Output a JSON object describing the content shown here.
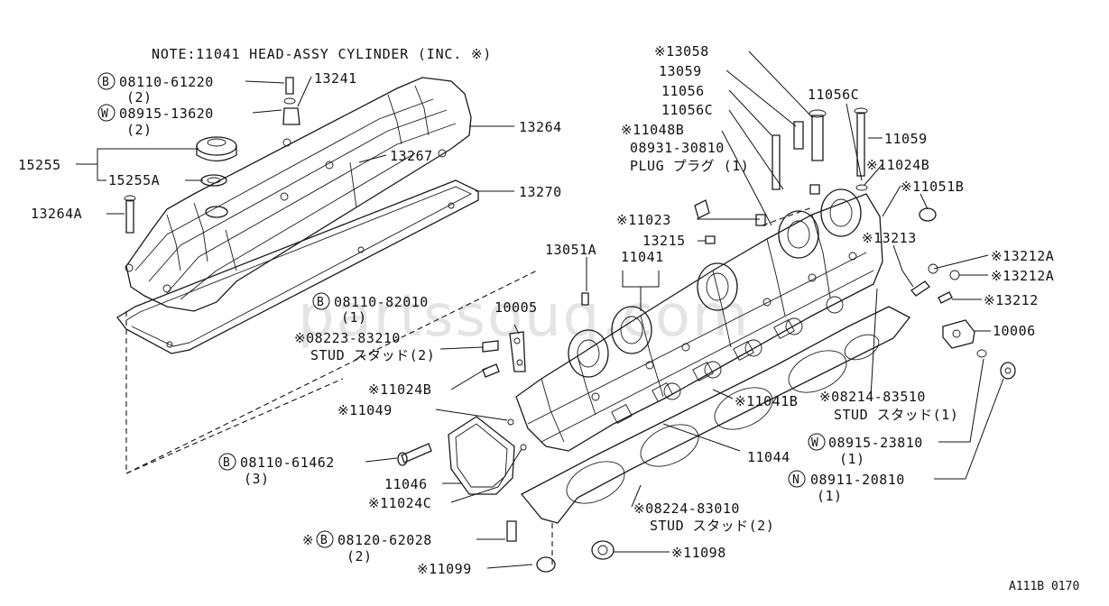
{
  "note": "NOTE:11041 HEAD-ASSY CYLINDER (INC. ※)",
  "watermark": "partssouq.com",
  "ref_code": "A111B 0170",
  "labels": {
    "p13058": "※13058",
    "p13059": "13059",
    "p11056": "11056",
    "p11056c_a": "11056C",
    "p11056c_b": "11056C",
    "p11048b": "※11048B",
    "p08931": "08931-30810",
    "p_plug": "PLUG プラグ (1)",
    "p11059": "11059",
    "p11024b_a": "※11024B",
    "p11051b": "※11051B",
    "p11023": "※11023",
    "p13215": "13215",
    "p13213": "※13213",
    "p13212a_a": "※13212A",
    "p13212a_b": "※13212A",
    "p13212": "※13212",
    "p13051a": "13051A",
    "p11041": "11041",
    "p10005": "10005",
    "p10006": "10006",
    "p08110_82010": "08110-82010",
    "p08110_82010_q": "(1)",
    "p08223": "※08223-83210",
    "p08223_stud": "STUD スタッド(2)",
    "p11024b_b": "※11024B",
    "p11049": "※11049",
    "p11041b": "※11041B",
    "p08214": "※08214-83510",
    "p08214_stud": "STUD スタッド(1)",
    "p08915_23810": "08915-23810",
    "p08915_23810_q": "(1)",
    "p11044": "11044",
    "p08110_61462": "08110-61462",
    "p08110_61462_q": "(3)",
    "p11046": "11046",
    "p11024c": "※11024C",
    "p08911": "08911-20810",
    "p08911_q": "(1)",
    "p08224": "※08224-83010",
    "p08224_stud": "STUD スタッド(2)",
    "p08120_pre": "※",
    "p08120": "08120-62028",
    "p08120_q": "(2)",
    "p11098": "※11098",
    "p11099": "※11099",
    "p08110_61220": "08110-61220",
    "p08110_61220_q": "(2)",
    "p13241": "13241",
    "p08915_13620": "08915-13620",
    "p08915_13620_q": "(2)",
    "p13264": "13264",
    "p15255": "15255",
    "p13267": "13267",
    "p15255a": "15255A",
    "p13270": "13270",
    "p13264a": "13264A",
    "circle_b": "B",
    "circle_w": "W",
    "circle_n": "N"
  }
}
